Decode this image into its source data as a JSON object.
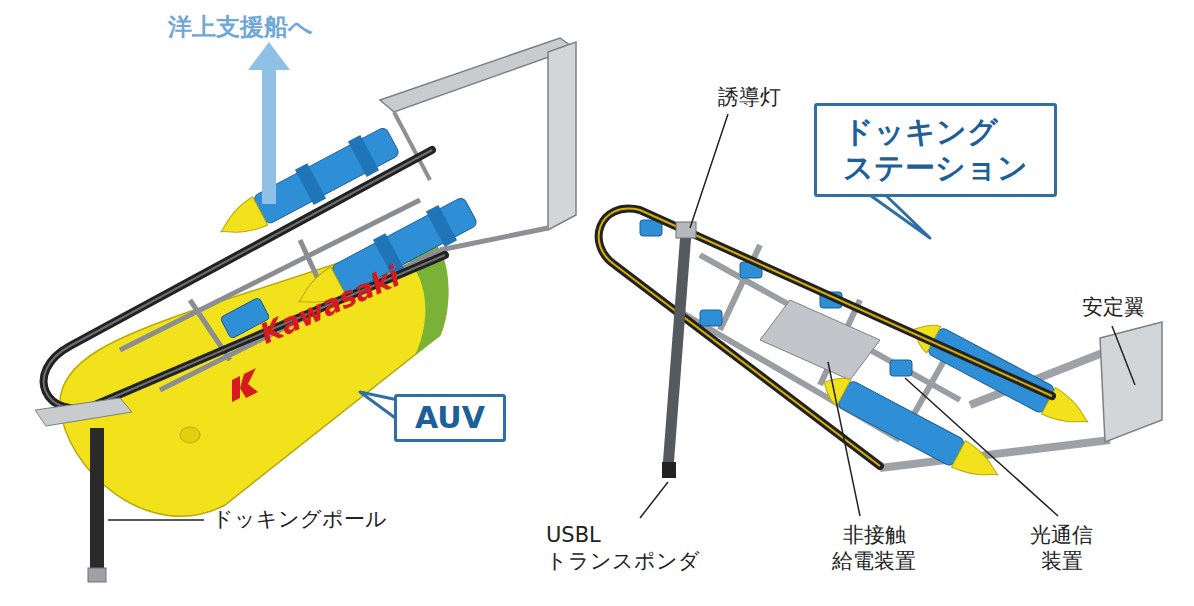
{
  "diagram": {
    "nodes": [
      {
        "text": [
          "ドッキング ステーション"
        ]
      },
      {
        "text": [
          "AUV"
        ]
      }
    ],
    "edges": [],
    "labels": [
      "洋上支援船へ",
      "Kawasaki",
      "ドッキングポール",
      "誘導灯",
      "安定翼",
      "USBL トランスポンダ",
      "非接触 給電装置",
      "光通信 装置"
    ]
  }
}
